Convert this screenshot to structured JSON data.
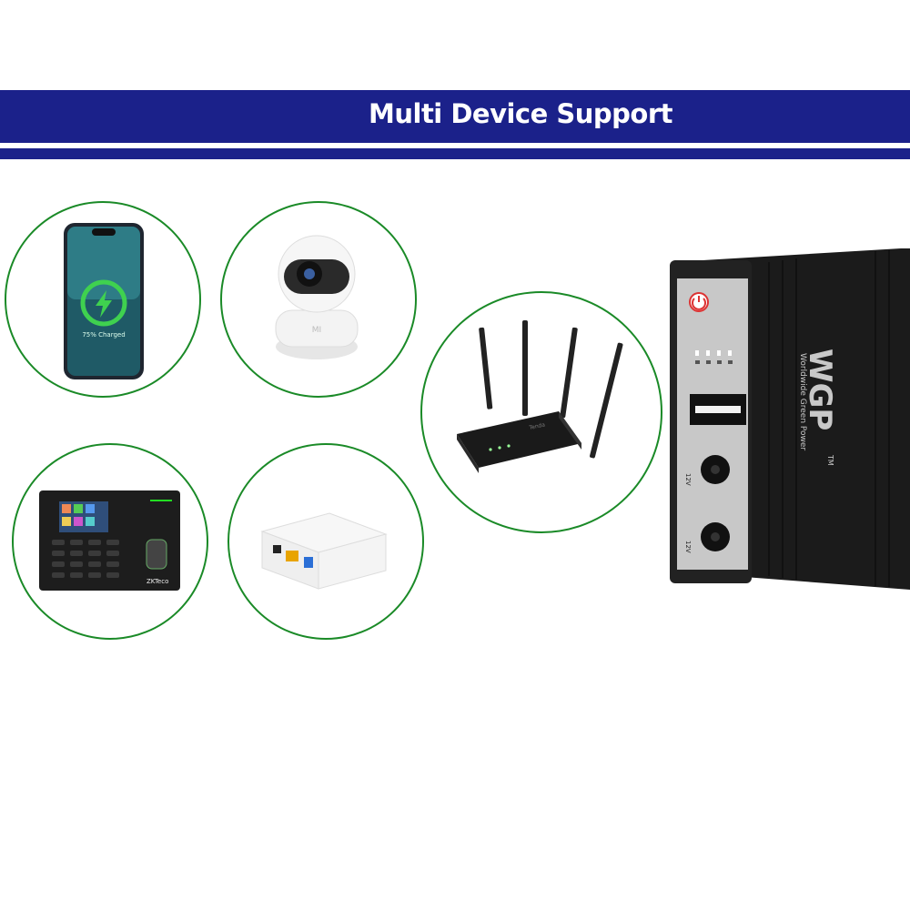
{
  "banner": {
    "title": "Multi Device Support",
    "color": "#1b218a"
  },
  "colors": {
    "circle_border": "#1a8a27",
    "charge_ring": "#3fd14f"
  },
  "devices": [
    {
      "name": "smartphone",
      "screen_text": "75% Charged"
    },
    {
      "name": "security-camera",
      "logo": "MI"
    },
    {
      "name": "fingerprint-terminal",
      "brand": "ZKTeco"
    },
    {
      "name": "fiber-modem"
    },
    {
      "name": "wifi-router",
      "brand": "Tenda"
    }
  ],
  "ups": {
    "brand": "WGP",
    "trademark": "TM",
    "tagline": "Worldwide Green Power",
    "port_label_1": "12V",
    "port_label_2": "12V"
  }
}
